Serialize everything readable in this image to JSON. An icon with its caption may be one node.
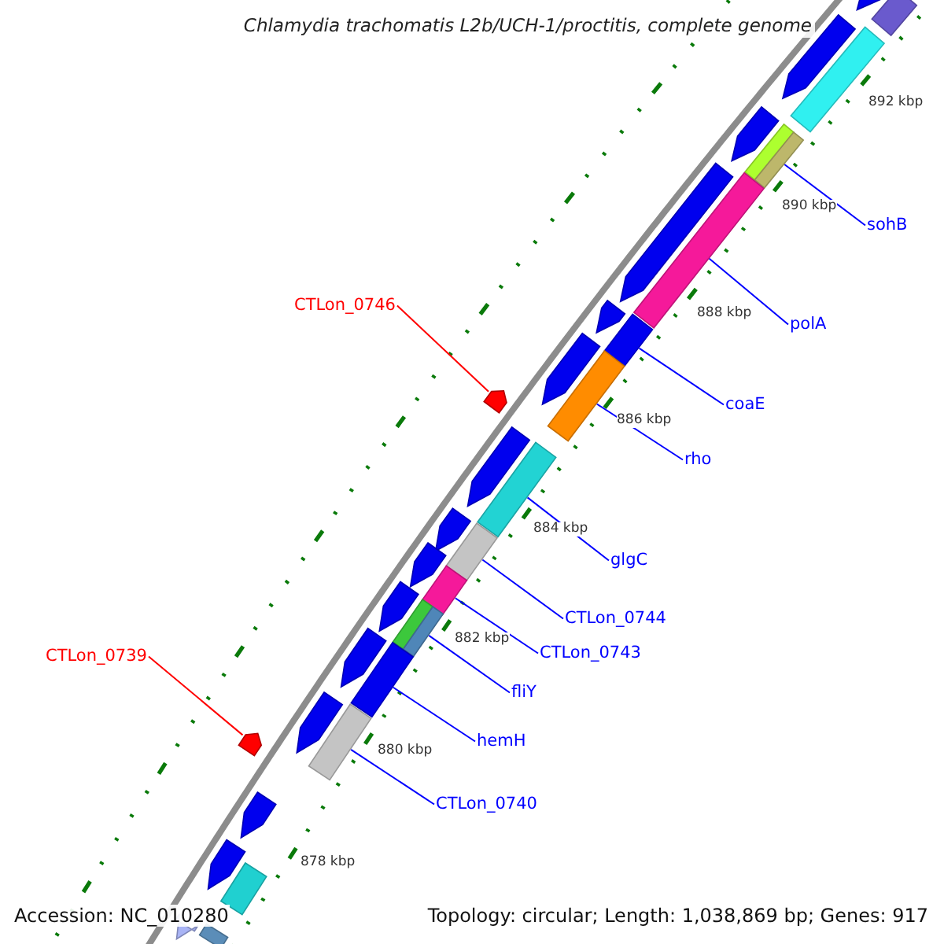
{
  "diagram": {
    "title": "Chlamydia trachomatis L2b/UCH-1/proctitis, complete genome",
    "nodes": [
      {
        "text": [
          "sohB"
        ]
      },
      {
        "text": [],
        "shape": "bar"
      },
      {
        "text": [
          "CTLon_0746"
        ]
      },
      {
        "text": [],
        "shape": "pentagon"
      },
      {
        "text": [
          "polA"
        ]
      },
      {
        "text": [],
        "shape": "bar"
      },
      {
        "text": [
          "coaE"
        ]
      },
      {
        "text": [],
        "shape": "bar"
      },
      {
        "text": [
          "rho"
        ]
      },
      {
        "text": [],
        "shape": "bar"
      },
      {
        "text": [
          "glgC"
        ]
      },
      {
        "text": [],
        "shape": "bar"
      },
      {
        "text": [
          "CTLon_0744"
        ]
      },
      {
        "text": [],
        "shape": "bar"
      },
      {
        "text": [
          "CTLon_0743"
        ]
      },
      {
        "text": [],
        "shape": "bar"
      },
      {
        "text": [
          "CTLon_0739"
        ]
      },
      {
        "text": [],
        "shape": "pentagon"
      },
      {
        "text": [
          "fliY"
        ]
      },
      {
        "text": [],
        "shape": "bar"
      },
      {
        "text": [
          "hemH"
        ]
      },
      {
        "text": [],
        "shape": "bar"
      },
      {
        "text": [
          "CTLon_0740"
        ]
      },
      {
        "text": [],
        "shape": "bar"
      },
      {
        "text": [],
        "shape": "arrow"
      },
      {
        "text": [],
        "shape": "arrow"
      },
      {
        "text": [],
        "shape": "arrow"
      },
      {
        "text": [],
        "shape": "arrow"
      },
      {
        "text": [],
        "shape": "arrow"
      },
      {
        "text": [],
        "shape": "arrow"
      },
      {
        "text": [],
        "shape": "arrow"
      },
      {
        "text": [],
        "shape": "arrow"
      },
      {
        "text": [],
        "shape": "arrow"
      },
      {
        "text": [],
        "shape": "arrow"
      },
      {
        "text": [],
        "shape": "arrow"
      },
      {
        "text": [],
        "shape": "arrow"
      },
      {
        "text": [],
        "shape": "arrow"
      },
      {
        "text": [],
        "shape": "arrow"
      },
      {
        "text": [],
        "shape": "arrow"
      },
      {
        "text": [],
        "shape": "bar"
      },
      {
        "text": [],
        "shape": "bar"
      },
      {
        "text": [],
        "shape": "bar"
      },
      {
        "text": [],
        "shape": "bar"
      }
    ],
    "edges": [
      {
        "from": 0,
        "to": 1,
        "arrow": "none"
      },
      {
        "from": 2,
        "to": 3,
        "arrow": "none",
        "color": "#ff0000"
      },
      {
        "from": 4,
        "to": 5,
        "arrow": "none"
      },
      {
        "from": 6,
        "to": 7,
        "arrow": "none"
      },
      {
        "from": 8,
        "to": 9,
        "arrow": "none"
      },
      {
        "from": 10,
        "to": 11,
        "arrow": "none"
      },
      {
        "from": 12,
        "to": 13,
        "arrow": "none"
      },
      {
        "from": 14,
        "to": 15,
        "arrow": "none"
      },
      {
        "from": 16,
        "to": 17,
        "arrow": "none",
        "color": "#ff0000"
      },
      {
        "from": 18,
        "to": 19,
        "arrow": "none"
      },
      {
        "from": 20,
        "to": 21,
        "arrow": "none"
      },
      {
        "from": 22,
        "to": 23,
        "arrow": "none"
      }
    ],
    "labels": [
      "892 kbp",
      "890 kbp",
      "888 kbp",
      "886 kbp",
      "884 kbp",
      "882 kbp",
      "880 kbp",
      "878 kbp",
      "Accession: NC_010280",
      "Topology: circular; Length: 1,038,869 bp; Genes: 917"
    ]
  }
}
